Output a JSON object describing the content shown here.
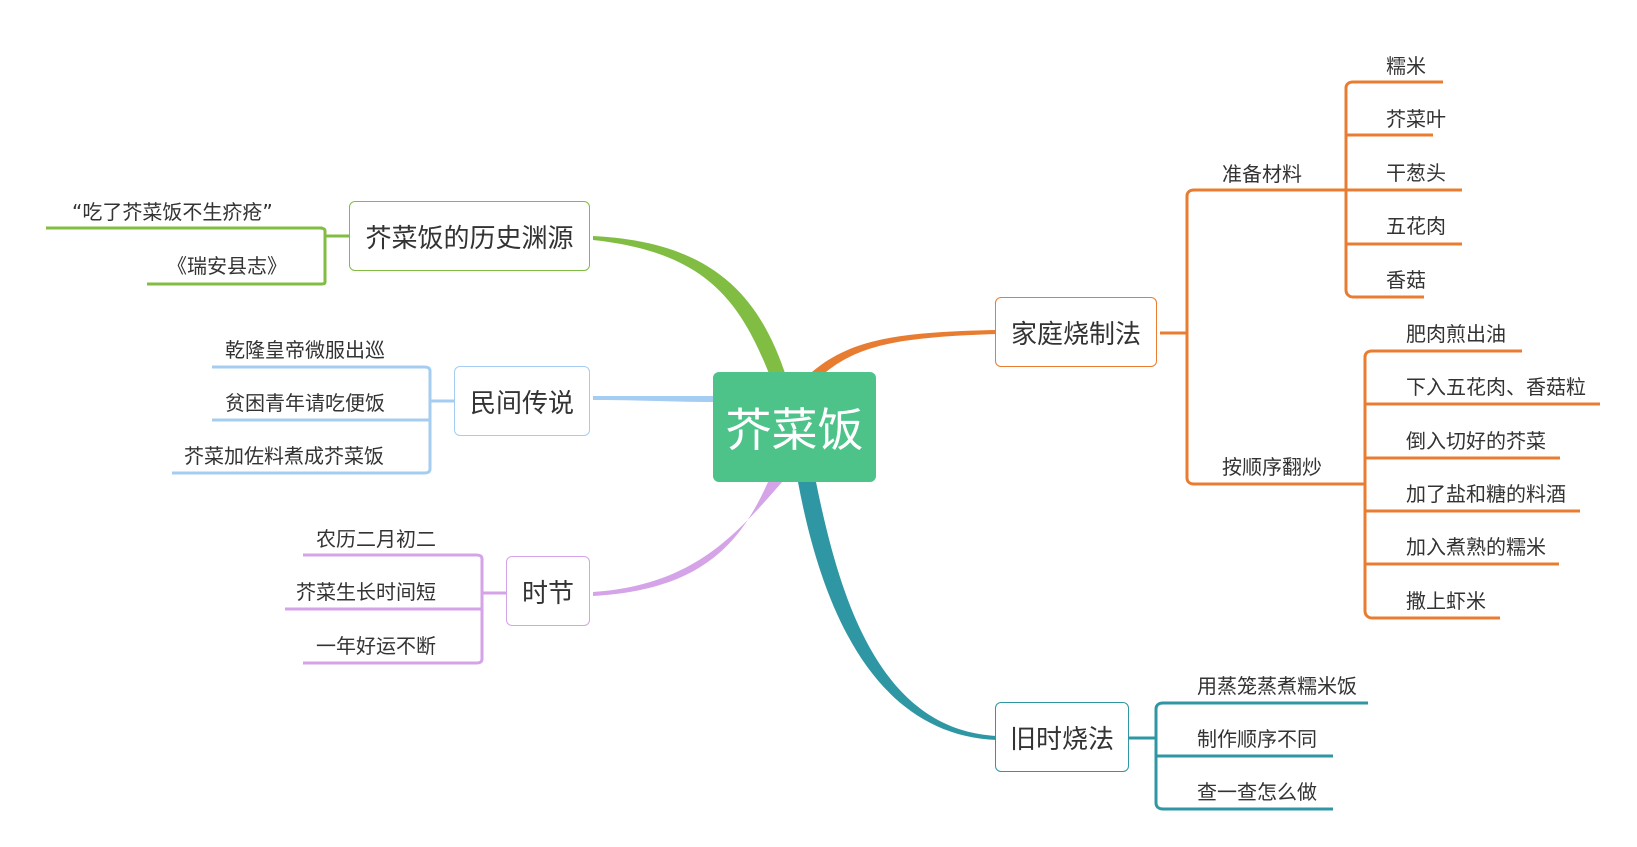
{
  "center": "芥菜饭",
  "colors": {
    "center": "#4dc38a",
    "history": "#80bd42",
    "legend": "#a5cdf2",
    "festival": "#d4a3e8",
    "home": "#e87c30",
    "old": "#2f97a3"
  },
  "history": {
    "title": "芥菜饭的历史渊源",
    "items": [
      "“吃了芥菜饭不生疥疮”",
      "《瑞安县志》"
    ]
  },
  "legend": {
    "title": "民间传说",
    "items": [
      "乾隆皇帝微服出巡",
      "贫困青年请吃便饭",
      "芥菜加佐料煮成芥菜饭"
    ]
  },
  "festival": {
    "title": "时节",
    "items": [
      "农历二月初二",
      "芥菜生长时间短",
      "一年好运不断"
    ]
  },
  "home": {
    "title": "家庭烧制法",
    "ingredients": {
      "label": "准备材料",
      "items": [
        "糯米",
        "芥菜叶",
        "干葱头",
        "五花肉",
        "香菇"
      ]
    },
    "steps": {
      "label": "按顺序翻炒",
      "items": [
        "肥肉煎出油",
        "下入五花肉、香菇粒",
        "倒入切好的芥菜",
        "加了盐和糖的料酒",
        "加入煮熟的糯米",
        "撒上虾米"
      ]
    }
  },
  "old": {
    "title": "旧时烧法",
    "items": [
      "用蒸笼蒸煮糯米饭",
      "制作顺序不同",
      "查一查怎么做"
    ]
  }
}
